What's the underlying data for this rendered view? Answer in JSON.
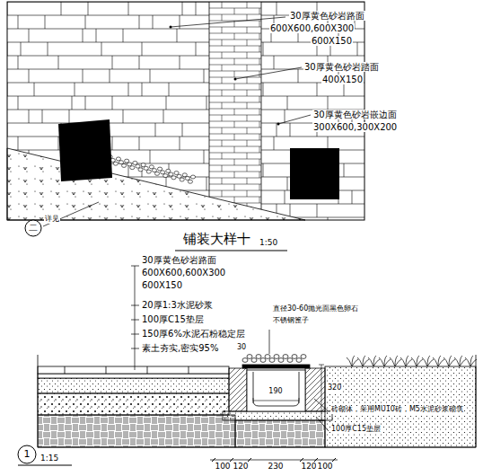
{
  "diagram": {
    "title": "铺装大样十",
    "labels": [
      "30厚黄色砂岩路面",
      "600X600,600X300",
      "600X150",
      "30厚黄色砂岩踏面",
      "400X150",
      "30厚黄色砂岩嵌边面",
      "300X600,300X200",
      "二",
      "详见",
      "1:50",
      "30厚黄色砂岩路面",
      "600X600,600X300",
      "600X150",
      "20厚1:3水泥砂浆",
      "100厚C15垫层",
      "150厚6%水泥石粉稳定层",
      "素土夯实,密实95%",
      "直径30-60抛光面黑色卵石",
      "不锈钢篦子",
      "30",
      "190",
      "320",
      "砖砌体，采用MU10砖，M5水泥砂浆砌筑",
      "100厚C15垫层",
      "100",
      "120",
      "230",
      "120",
      "100",
      "1",
      "1:15"
    ]
  }
}
